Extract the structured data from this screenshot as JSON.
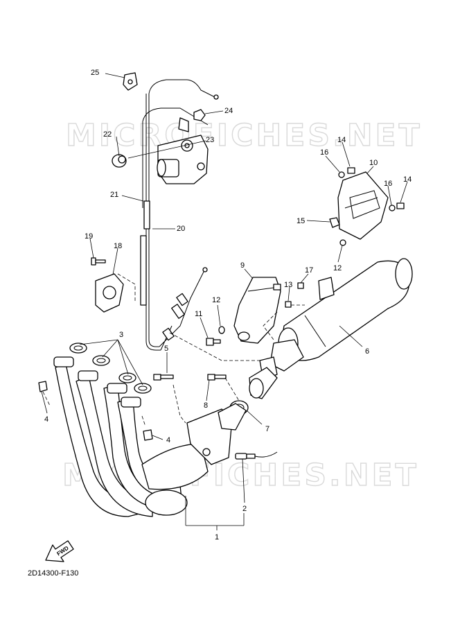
{
  "watermarks": [
    "MICROFICHES.NET",
    "MICROFICHES.NET"
  ],
  "fwd_label": "FWD",
  "diagram_code": "2D14300-F130",
  "callouts": [
    {
      "id": "c1",
      "text": "1"
    },
    {
      "id": "c2",
      "text": "2"
    },
    {
      "id": "c3",
      "text": "3"
    },
    {
      "id": "c4a",
      "text": "4"
    },
    {
      "id": "c4b",
      "text": "4"
    },
    {
      "id": "c5",
      "text": "5"
    },
    {
      "id": "c6",
      "text": "6"
    },
    {
      "id": "c7",
      "text": "7"
    },
    {
      "id": "c8",
      "text": "8"
    },
    {
      "id": "c9",
      "text": "9"
    },
    {
      "id": "c10",
      "text": "10"
    },
    {
      "id": "c11",
      "text": "11"
    },
    {
      "id": "c12a",
      "text": "12"
    },
    {
      "id": "c12b",
      "text": "12"
    },
    {
      "id": "c13",
      "text": "13"
    },
    {
      "id": "c14a",
      "text": "14"
    },
    {
      "id": "c14b",
      "text": "14"
    },
    {
      "id": "c15",
      "text": "15"
    },
    {
      "id": "c16a",
      "text": "16"
    },
    {
      "id": "c16b",
      "text": "16"
    },
    {
      "id": "c17",
      "text": "17"
    },
    {
      "id": "c18",
      "text": "18"
    },
    {
      "id": "c19",
      "text": "19"
    },
    {
      "id": "c20",
      "text": "20"
    },
    {
      "id": "c21",
      "text": "21"
    },
    {
      "id": "c22",
      "text": "22"
    },
    {
      "id": "c23",
      "text": "23"
    },
    {
      "id": "c24",
      "text": "24"
    },
    {
      "id": "c25",
      "text": "25"
    }
  ]
}
